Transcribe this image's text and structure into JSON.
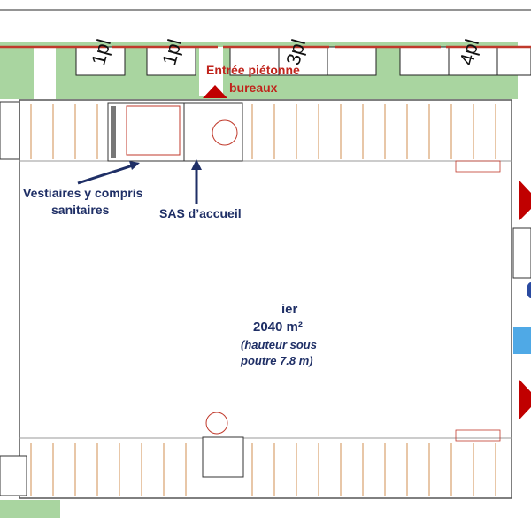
{
  "parking": {
    "stall_1": "1pl",
    "stall_2": "1pl",
    "stall_3": "3pl",
    "stall_4": "4pl"
  },
  "entrance": {
    "line1": "Entrée piétonne",
    "line2": "bureaux"
  },
  "callouts": {
    "vestiaires_line1": "Vestiaires y compris",
    "vestiaires_line2": "sanitaires",
    "sas": "SAS d’accueil"
  },
  "hall": {
    "name_partial": "ier",
    "area": "2040 m²",
    "height_line1": "(hauteur sous",
    "height_line2": "poutre 7.8 m)"
  },
  "colors": {
    "green": "#a9d5a0",
    "red": "#c00000",
    "navy": "#1f2f66",
    "blue": "#4fa9e6",
    "rack": "#e0b48a"
  }
}
